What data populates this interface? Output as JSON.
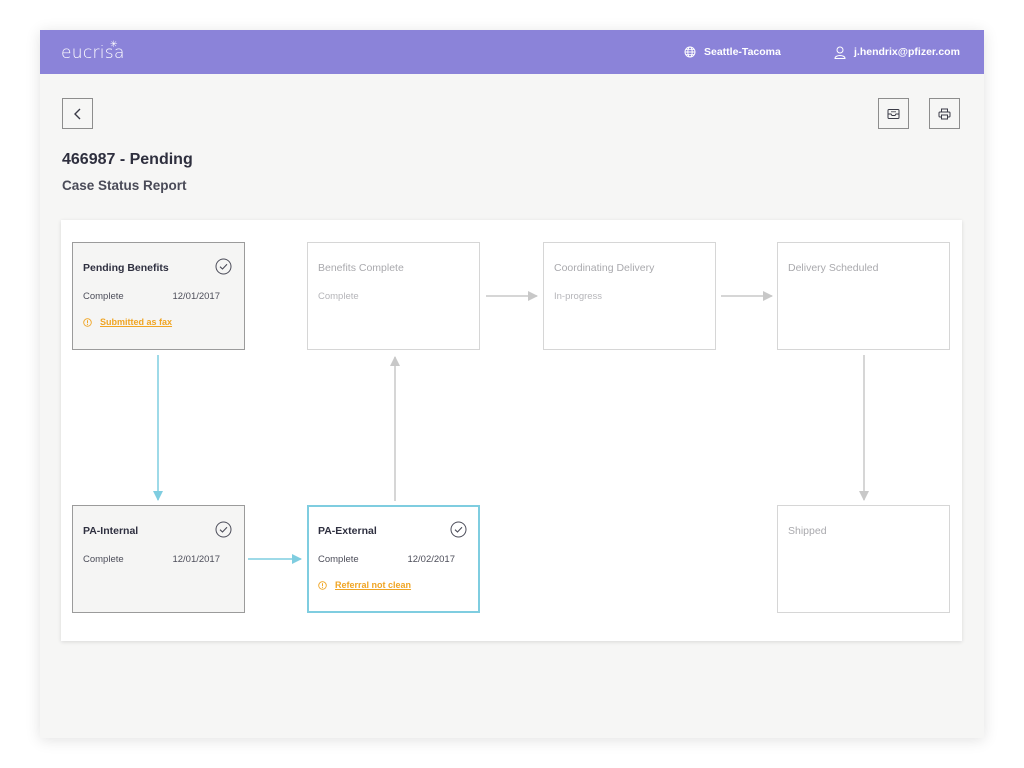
{
  "app": {
    "logo": "eucrisa",
    "location": "Seattle-Tacoma",
    "user_email": "j.hendrix@pfizer.com"
  },
  "page": {
    "title": "466987 - Pending",
    "subtitle": "Case Status Report"
  },
  "toolbar": {
    "back_icon": "chevron-left-icon",
    "save_icon": "inbox-icon",
    "print_icon": "printer-icon"
  },
  "colors": {
    "header": "#8b83d9",
    "active_border": "#7fcde0",
    "warning": "#f0a524",
    "flow_active": "#7fcde0",
    "flow_inactive": "#c8c8c8"
  },
  "steps": [
    {
      "title": "Pending Benefits",
      "status": "Complete",
      "date": "12/01/2017",
      "note": "Submitted as fax",
      "state": "complete"
    },
    {
      "title": "Benefits Complete",
      "status": "Complete",
      "date": "",
      "note": "",
      "state": "inactive"
    },
    {
      "title": "Coordinating Delivery",
      "status": "In-progress",
      "date": "",
      "note": "",
      "state": "inactive"
    },
    {
      "title": "Delivery Scheduled",
      "status": "",
      "date": "",
      "note": "",
      "state": "inactive"
    },
    {
      "title": "PA-Internal",
      "status": "Complete",
      "date": "12/01/2017",
      "note": "",
      "state": "complete"
    },
    {
      "title": "PA-External",
      "status": "Complete",
      "date": "12/02/2017",
      "note": "Referral not clean",
      "state": "active"
    },
    {
      "title": "Shipped",
      "status": "",
      "date": "",
      "note": "",
      "state": "inactive"
    }
  ]
}
